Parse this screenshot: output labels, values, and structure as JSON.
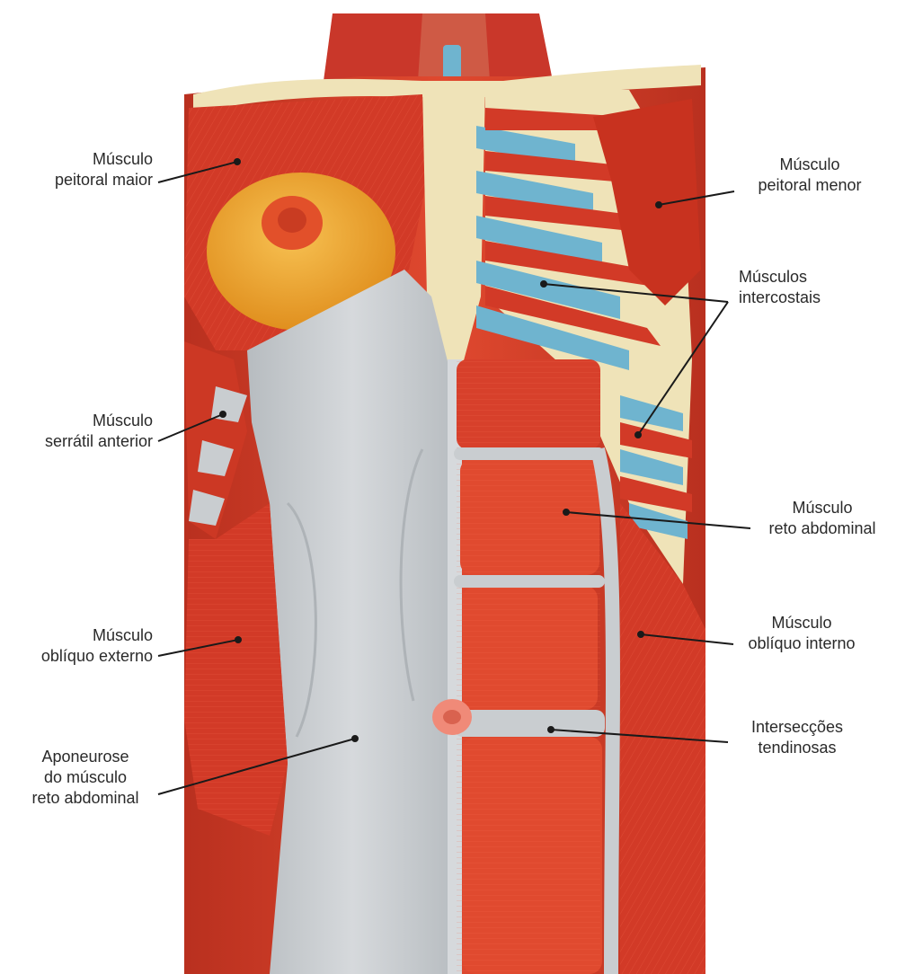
{
  "labels": {
    "peitoral_maior": [
      "Músculo",
      "peitoral maior"
    ],
    "peitoral_menor": [
      "Músculo",
      "peitoral menor"
    ],
    "intercostais": [
      "Músculos",
      "intercostais"
    ],
    "serratil_anterior": [
      "Músculo",
      "serrátil anterior"
    ],
    "reto_abdominal": [
      "Músculo",
      "reto abdominal"
    ],
    "obliquo_externo": [
      "Músculo",
      "oblíquo externo"
    ],
    "obliquo_interno": [
      "Músculo",
      "oblíquo interno"
    ],
    "aponeurose": [
      "Aponeurose",
      "do músculo",
      "reto abdominal"
    ],
    "interseccoes": [
      "Intersecções",
      "tendinosas"
    ]
  },
  "colors": {
    "muscle": "#d8412c",
    "muscle_dark": "#b52d1e",
    "aponeurosis": "#c9cdd0",
    "cartilage": "#6fb4cf",
    "bone": "#efe3b8",
    "breast": "#f0a632",
    "leader_line": "#1a1a1a"
  }
}
